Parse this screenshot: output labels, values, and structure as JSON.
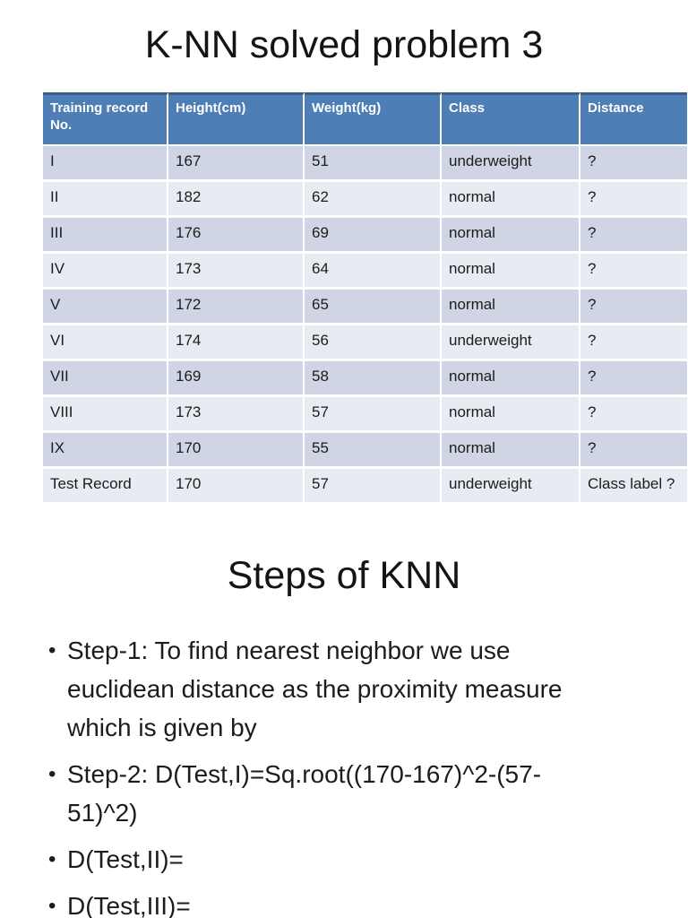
{
  "slide_problem": {
    "title": "K-NN solved problem 3",
    "table": {
      "headers": [
        "Training record No.",
        "Height(cm)",
        "Weight(kg)",
        "Class",
        "Distance"
      ],
      "rows": [
        [
          "I",
          "167",
          "51",
          "underweight",
          "?"
        ],
        [
          "II",
          "182",
          "62",
          "normal",
          "?"
        ],
        [
          "III",
          "176",
          "69",
          "normal",
          "?"
        ],
        [
          "IV",
          "173",
          "64",
          "normal",
          "?"
        ],
        [
          "V",
          "172",
          "65",
          "normal",
          "?"
        ],
        [
          "VI",
          "174",
          "56",
          "underweight",
          "?"
        ],
        [
          "VII",
          "169",
          "58",
          "normal",
          "?"
        ],
        [
          "VIII",
          "173",
          "57",
          "normal",
          "?"
        ],
        [
          "IX",
          "170",
          "55",
          "normal",
          "?"
        ],
        [
          "Test Record",
          "170",
          "57",
          "underweight",
          "Class label ?"
        ]
      ]
    }
  },
  "slide_steps": {
    "title": "Steps of KNN",
    "bullet_char": "•",
    "bullets": [
      "Step-1: To find nearest neighbor we use\neuclidean distance as the proximity measure\nwhich is given by",
      "Step-2: D(Test,I)=Sq.root((170-167)^2-(57-\n51)^2)",
      "D(Test,II)=",
      "D(Test,III)="
    ]
  },
  "colors": {
    "table_header_bg": "#4e7eb6",
    "table_header_text": "#ffffff",
    "table_top_border": "#3a5f8b",
    "row_band_dark": "#cfd5e4",
    "row_band_light": "#e9ebf3",
    "body_text": "#1c1c1c",
    "page_background": "#ffffff"
  }
}
